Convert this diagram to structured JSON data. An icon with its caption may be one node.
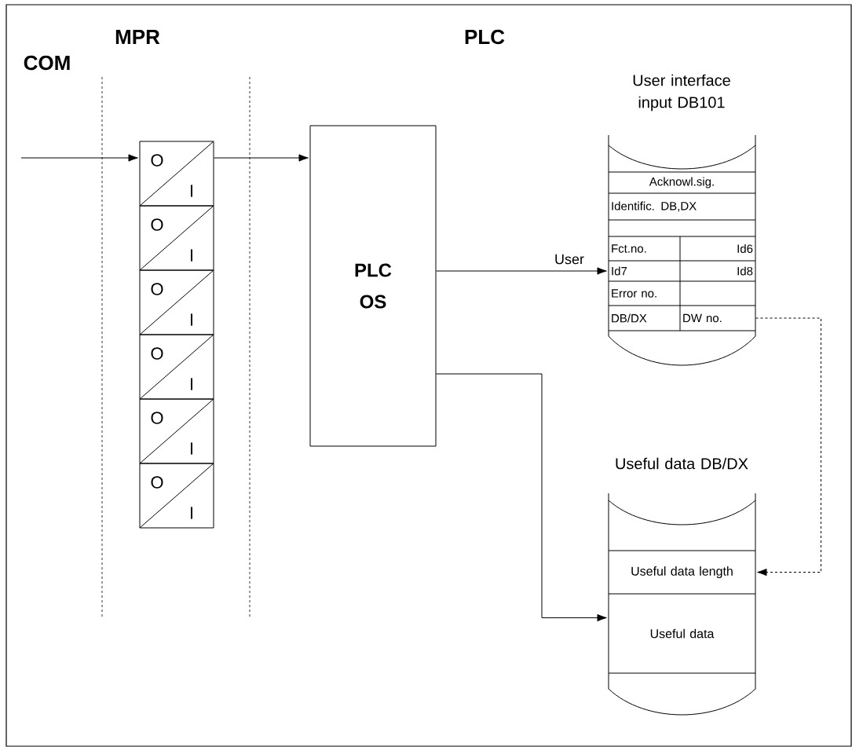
{
  "diagram": {
    "nodes": [
      {
        "text": [
          "O",
          "I"
        ]
      },
      {
        "text": [
          "O",
          "I"
        ]
      },
      {
        "text": [
          "O",
          "I"
        ]
      },
      {
        "text": [
          "O",
          "I"
        ]
      },
      {
        "text": [
          "O",
          "I"
        ]
      },
      {
        "text": [
          "O",
          "I"
        ]
      },
      {
        "text": [
          "PLC OS"
        ]
      },
      {
        "text": [
          "User interface input DB101"
        ]
      },
      {
        "text": [
          "Acknowl.sig."
        ],
        "in": 7
      },
      {
        "text": [
          "Identific. DB,DX"
        ],
        "in": 7
      },
      {
        "text": [
          "Fct.no."
        ],
        "in": 7
      },
      {
        "text": [
          "Id6"
        ],
        "in": 7
      },
      {
        "text": [
          "Id7"
        ],
        "in": 7
      },
      {
        "text": [
          "Id8"
        ],
        "in": 7
      },
      {
        "text": [
          "Error no."
        ],
        "in": 7
      },
      {
        "text": [
          "DB/DX"
        ],
        "in": 7
      },
      {
        "text": [
          "DW no."
        ],
        "in": 7
      },
      {
        "text": [
          "Useful data DB/DX"
        ]
      },
      {
        "text": [
          "Useful data length"
        ],
        "in": 17
      },
      {
        "text": [
          "Useful data"
        ],
        "in": 17
      }
    ],
    "edges": [
      {
        "from": null,
        "to": 0,
        "arrow": "to"
      },
      {
        "from": 0,
        "to": 6,
        "arrow": "to"
      },
      {
        "from": 6,
        "to": 12,
        "arrow": "to",
        "label": "User"
      },
      {
        "from": 6,
        "to": 19,
        "arrow": "to"
      },
      {
        "from": 16,
        "to": 18,
        "arrow": "to",
        "style": "dashed"
      }
    ],
    "labels": [
      "COM",
      "MPR",
      "PLC"
    ]
  }
}
